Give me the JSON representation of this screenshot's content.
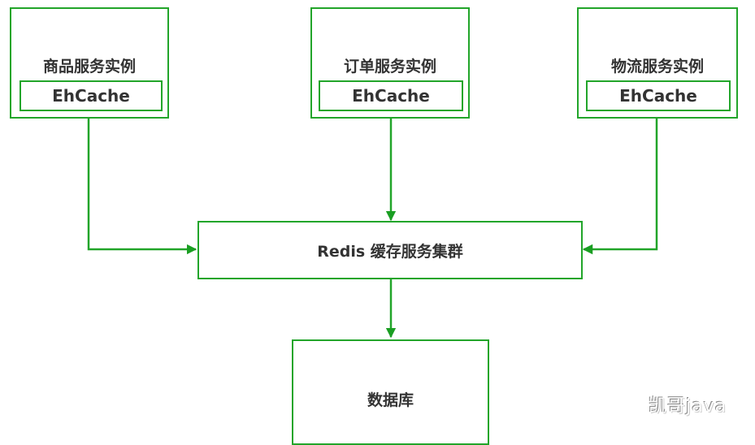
{
  "services": [
    {
      "name": "商品服务实例",
      "cache": "EhCache"
    },
    {
      "name": "订单服务实例",
      "cache": "EhCache"
    },
    {
      "name": "物流服务实例",
      "cache": "EhCache"
    }
  ],
  "redis": {
    "label": "Redis 缓存服务集群"
  },
  "database": {
    "label": "数据库"
  },
  "watermark": "凯哥java",
  "colors": {
    "stroke": "#22a52a",
    "text": "#333333"
  }
}
